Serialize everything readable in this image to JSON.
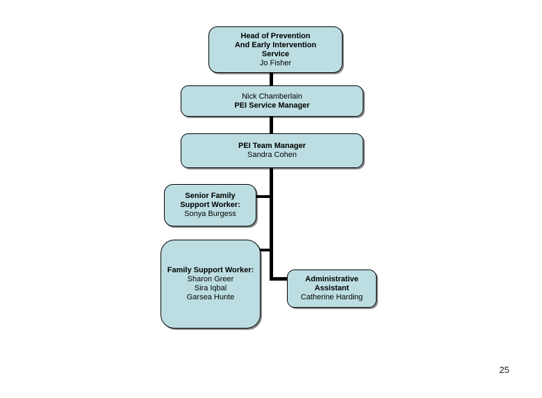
{
  "page_number": "25",
  "colors": {
    "background": "#ffffff",
    "box_fill": "#bcdee2",
    "box_border": "#000000",
    "connector": "#000000",
    "text": "#000000"
  },
  "nodes": [
    {
      "id": "head-of-service",
      "title_lines": [
        "Head of Prevention",
        "And Early Intervention",
        "Service"
      ],
      "name_lines": [
        "Jo Fisher"
      ]
    },
    {
      "id": "service-manager",
      "name_lines": [
        "Nick Chamberlain"
      ],
      "title_lines": [
        "PEI Service Manager"
      ]
    },
    {
      "id": "team-manager",
      "title_lines": [
        "PEI Team Manager"
      ],
      "name_lines": [
        "Sandra Cohen"
      ]
    },
    {
      "id": "senior-family-support-worker",
      "title_lines": [
        "Senior Family",
        "Support Worker:"
      ],
      "name_lines": [
        "Sonya Burgess"
      ]
    },
    {
      "id": "family-support-worker",
      "title_lines": [
        "Family Support Worker:"
      ],
      "name_lines": [
        "Sharon Greer",
        "Sira Iqbal",
        "Garsea Hunte"
      ]
    },
    {
      "id": "administrative-assistant",
      "title_lines": [
        "Administrative",
        "Assistant"
      ],
      "name_lines": [
        "Catherine Harding"
      ]
    }
  ]
}
